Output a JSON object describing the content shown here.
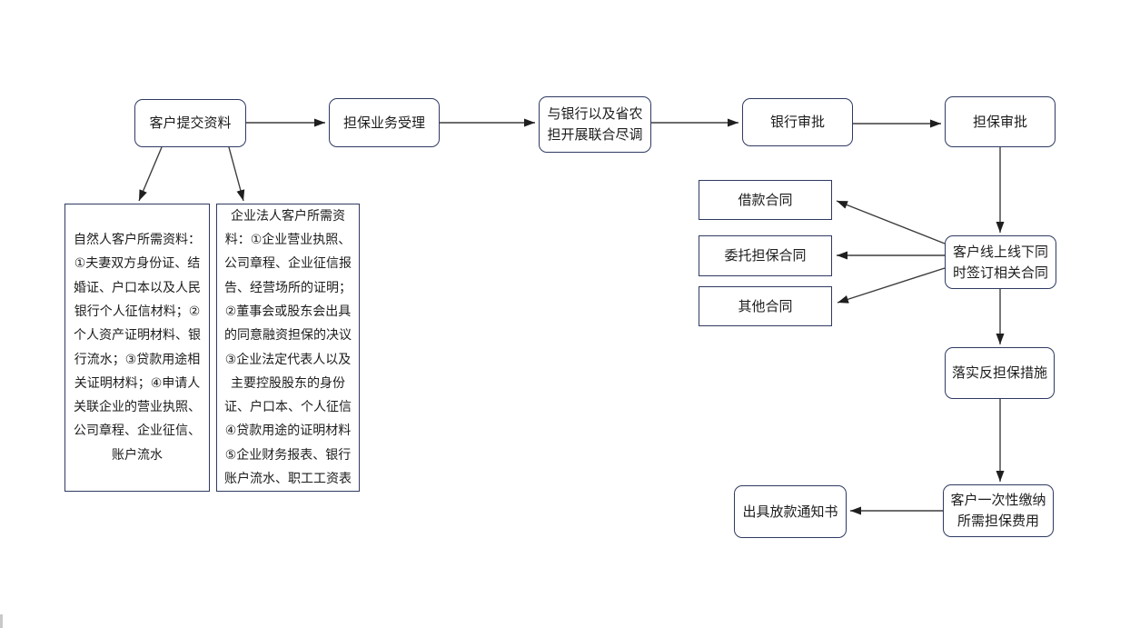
{
  "diagram": {
    "type": "flowchart",
    "language": "zh-CN",
    "colors": {
      "background": "#ffffff",
      "node_border": "#2f3a62",
      "node_fill": "#ffffff",
      "arrow": "#3d3d3d",
      "text": "#1c1c1c"
    },
    "nodes": {
      "submit": {
        "label": "客户提交资料",
        "shape": "rounded"
      },
      "acceptance": {
        "label": "担保业务受理",
        "shape": "rounded"
      },
      "due_diligence": {
        "label": "与银行以及省农\n担开展联合尽调",
        "shape": "rounded"
      },
      "bank_approval": {
        "label": "银行审批",
        "shape": "rounded"
      },
      "guarantee_approval": {
        "label": "担保审批",
        "shape": "rounded"
      },
      "natural_person": {
        "label": "自然人客户所需资料：\n①夫妻双方身份证、结\n婚证、户口本以及人民\n银行个人征信材料；②\n个人资产证明材料、银\n行流水；③贷款用途相\n关证明材料；④申请人\n关联企业的营业执照、\n公司章程、企业征信、\n账户流水",
        "shape": "rect"
      },
      "corporate": {
        "label": "企业法人客户所需资\n料：①企业营业执照、\n公司章程、企业征信报\n告、经营场所的证明；\n②董事会或股东会出具\n的同意融资担保的决议\n③企业法定代表人以及\n主要控股股东的身份\n证、户口本、个人征信\n④贷款用途的证明材料\n⑤企业财务报表、银行\n账户流水、职工工资表",
        "shape": "rect"
      },
      "loan_contract": {
        "label": "借款合同",
        "shape": "rect"
      },
      "entrusted_contract": {
        "label": "委托担保合同",
        "shape": "rect"
      },
      "other_contract": {
        "label": "其他合同",
        "shape": "rect"
      },
      "sign_contracts": {
        "label": "客户线上线下同\n时签订相关合同",
        "shape": "rounded"
      },
      "counter_guarantee": {
        "label": "落实反担保措施",
        "shape": "rounded"
      },
      "pay_fee": {
        "label": "客户一次性缴纳\n所需担保费用",
        "shape": "rounded"
      },
      "loan_notice": {
        "label": "出具放款通知书",
        "shape": "rounded"
      }
    },
    "edges": [
      {
        "from": "submit",
        "to": "acceptance"
      },
      {
        "from": "acceptance",
        "to": "due_diligence"
      },
      {
        "from": "due_diligence",
        "to": "bank_approval"
      },
      {
        "from": "bank_approval",
        "to": "guarantee_approval"
      },
      {
        "from": "submit",
        "to": "natural_person"
      },
      {
        "from": "submit",
        "to": "corporate"
      },
      {
        "from": "guarantee_approval",
        "to": "sign_contracts"
      },
      {
        "from": "sign_contracts",
        "to": "loan_contract"
      },
      {
        "from": "sign_contracts",
        "to": "entrusted_contract"
      },
      {
        "from": "sign_contracts",
        "to": "other_contract"
      },
      {
        "from": "sign_contracts",
        "to": "counter_guarantee"
      },
      {
        "from": "counter_guarantee",
        "to": "pay_fee"
      },
      {
        "from": "pay_fee",
        "to": "loan_notice"
      }
    ]
  }
}
